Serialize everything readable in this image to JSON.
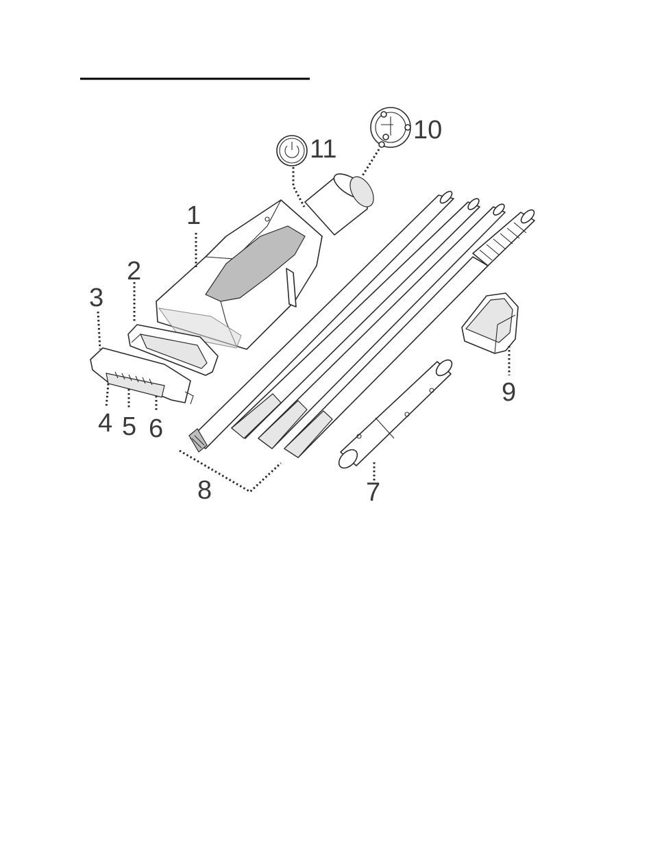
{
  "page": {
    "rule_color": "#000000",
    "line_color": "#2a2a2a",
    "label_color": "#3a3a3a"
  },
  "callouts": {
    "c1": "1",
    "c2": "2",
    "c3": "3",
    "c4": "4",
    "c5": "5",
    "c6": "6",
    "c7": "7",
    "c8": "8",
    "c9": "9",
    "c10": "10",
    "c11": "11"
  },
  "icons": {
    "power": "power-button-icon",
    "cap": "end-cap-icon"
  }
}
